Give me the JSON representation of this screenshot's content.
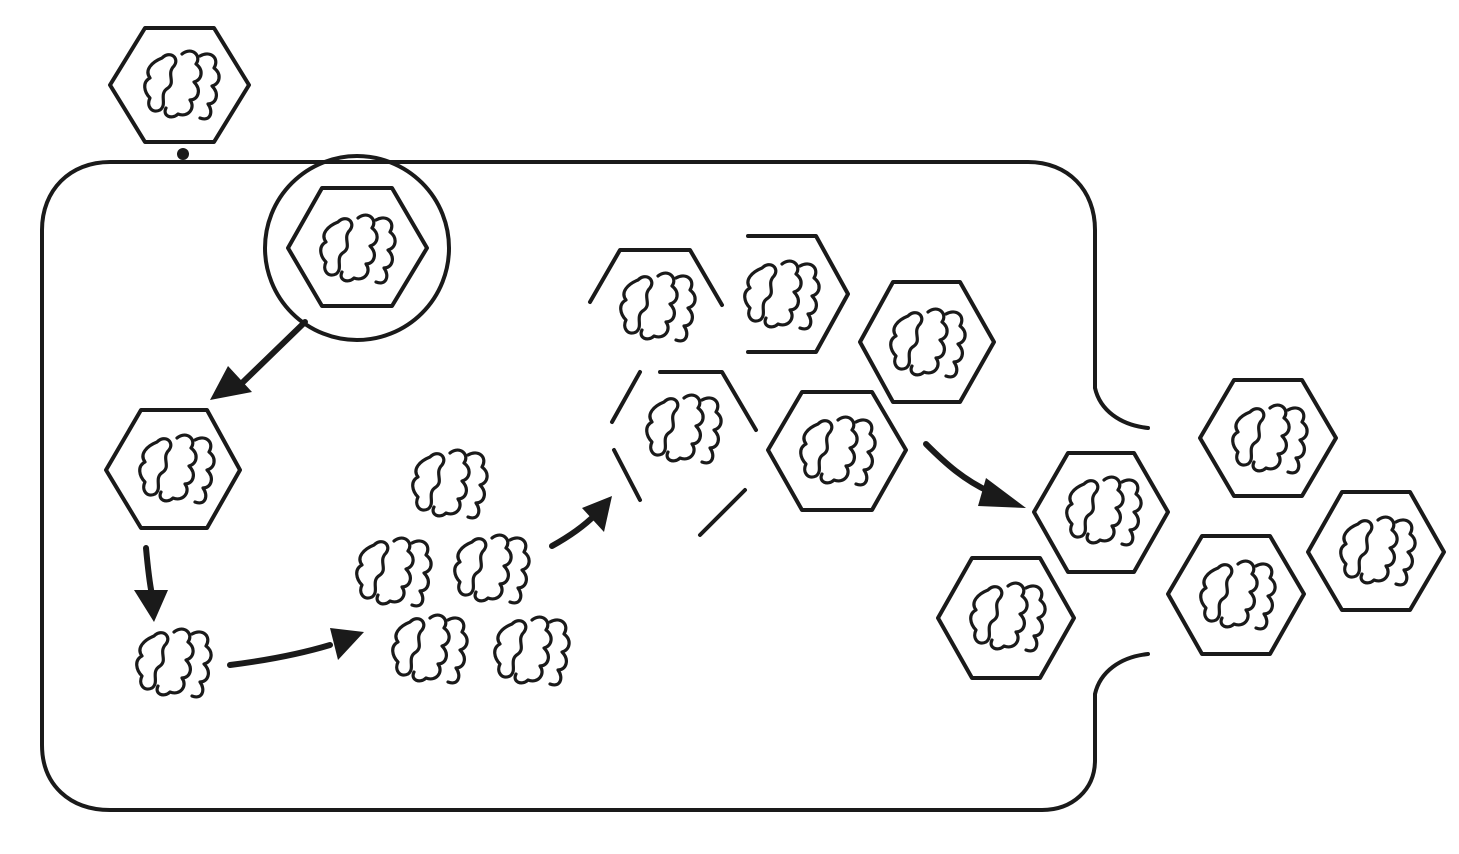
{
  "diagram": {
    "kind": "viral replication cycle",
    "labels": [],
    "colors": {
      "stroke": "#1a1a1a",
      "background": "#ffffff"
    },
    "stages": [
      {
        "stage": "attachment",
        "icon": "virus-capsid-icon"
      },
      {
        "stage": "entry-in-vesicle",
        "icon": "endosome-vesicle-icon"
      },
      {
        "stage": "uncoating",
        "icon": "virus-capsid-icon"
      },
      {
        "stage": "genome-release",
        "icon": "viral-genome-icon"
      },
      {
        "stage": "genome-replication",
        "icon": "viral-genome-icon"
      },
      {
        "stage": "capsid-assembly",
        "icon": "partial-capsid-icon"
      },
      {
        "stage": "release",
        "icon": "virus-capsid-icon"
      }
    ]
  }
}
